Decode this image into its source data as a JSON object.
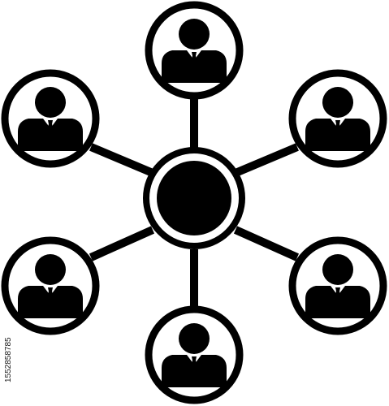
{
  "icon": {
    "name": "people-network-icon",
    "hub": "hub-node",
    "people": [
      "person-top",
      "person-upper-left",
      "person-upper-right",
      "person-lower-left",
      "person-lower-right",
      "person-bottom"
    ],
    "colors": {
      "foreground": "#000000",
      "background": "#ffffff"
    }
  },
  "watermark": {
    "id_text": "1552858785"
  }
}
